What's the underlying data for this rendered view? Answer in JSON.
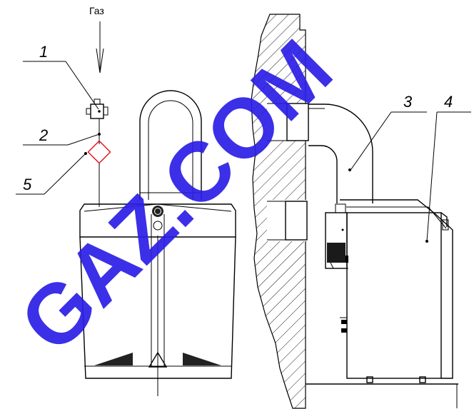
{
  "gas_label": "Газ",
  "callouts": [
    "1",
    "2",
    "3",
    "4",
    "5"
  ],
  "watermark": "GAZ.COM",
  "colors": {
    "line": "#000000",
    "filter_marker": "#e0000f",
    "watermark": "#2b1ee6"
  }
}
